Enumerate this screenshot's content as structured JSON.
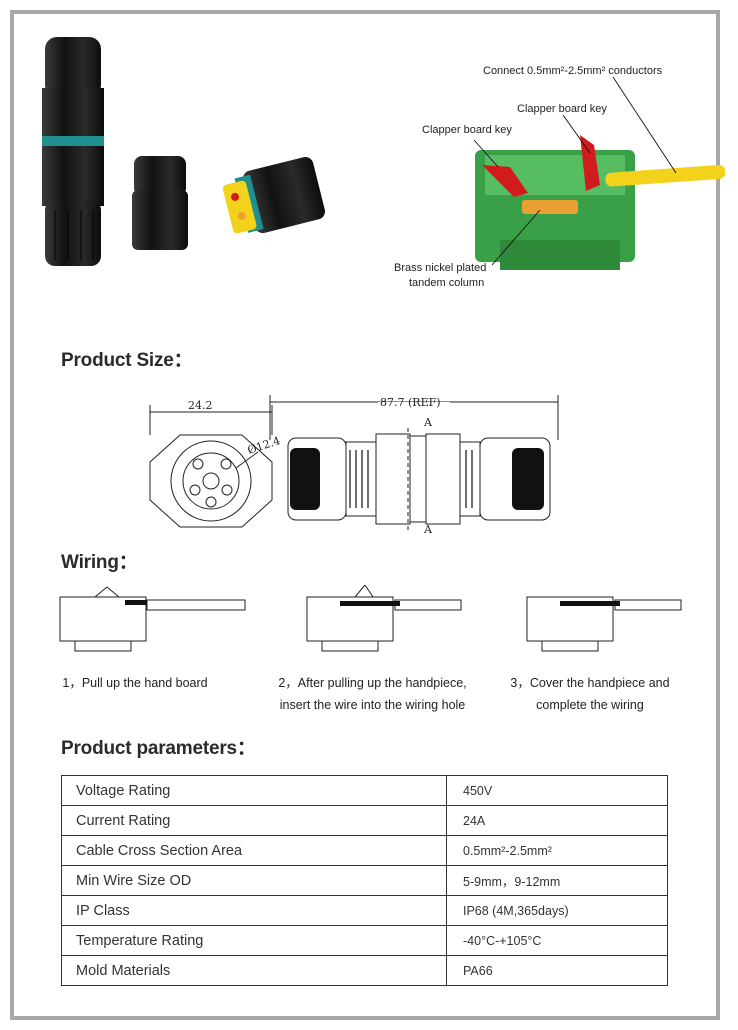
{
  "callouts": {
    "connect": "Connect 0.5mm²-2.5mm² conductors",
    "key_right": "Clapper board key",
    "key_left": "Clapper board key",
    "brass_line1": "Brass nickel plated",
    "brass_line2": "tandem column"
  },
  "sections": {
    "size": "Product Size：",
    "wiring": "Wiring：",
    "params": "Product parameters："
  },
  "dimensions": {
    "width": "24.2",
    "length": "87.7 (REF)",
    "diameter": "Ø12.4",
    "section_a_top": "A",
    "section_a_bottom": "A"
  },
  "wiring_steps": [
    {
      "line1": "1，Pull up the hand board",
      "line2": ""
    },
    {
      "line1": "2，After pulling up the handpiece,",
      "line2": "insert the wire into the wiring hole"
    },
    {
      "line1": "3，Cover the handpiece and",
      "line2": "complete the wiring"
    }
  ],
  "params": [
    {
      "label": "Voltage Rating",
      "value": "450V"
    },
    {
      "label": "Current Rating",
      "value": "24A"
    },
    {
      "label": "Cable Cross Section Area",
      "value": "0.5mm²-2.5mm²"
    },
    {
      "label": "Min Wire Size OD",
      "value": "5-9mm，9-12mm"
    },
    {
      "label": "IP Class",
      "value": "IP68 (4M,365days)"
    },
    {
      "label": "Temperature Rating",
      "value": "-40°C-+105°C"
    },
    {
      "label": "Mold Materials",
      "value": "PA66"
    }
  ],
  "colors": {
    "frame": "#a8a8a8",
    "teal": "#1f8f8f",
    "green": "#2e9a3c",
    "red": "#d21c1c",
    "yellow": "#f2d21a"
  }
}
